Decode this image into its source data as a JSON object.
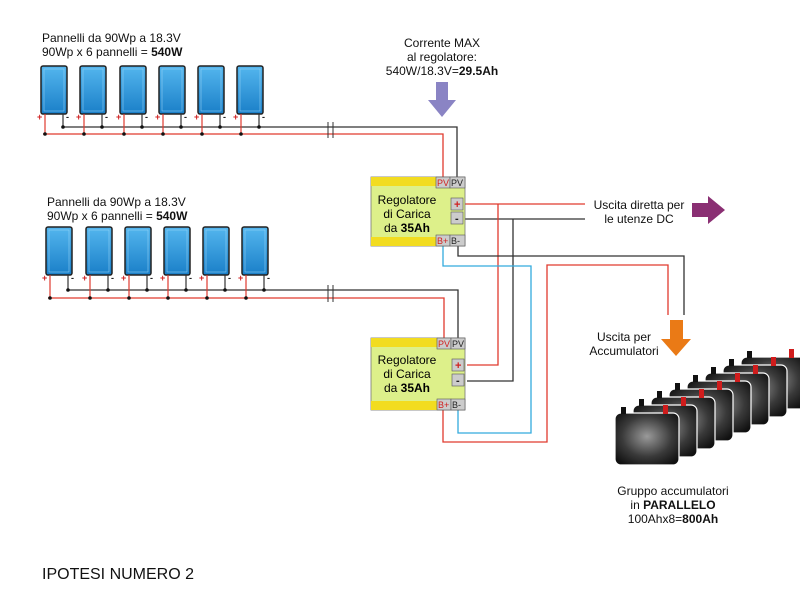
{
  "group1": {
    "line1": "Pannelli da 90Wp a 18.3V",
    "line2_prefix": "90Wp x 6 pannelli = ",
    "line2_value": "540W"
  },
  "group2": {
    "line1": "Pannelli da 90Wp a 18.3V",
    "line2_prefix": "90Wp x 6 pannelli = ",
    "line2_value": "540W"
  },
  "corrente": {
    "line1": "Corrente MAX",
    "line2": "al regolatore:",
    "line3_prefix": "540W/18.3V=",
    "line3_value": "29.5Ah"
  },
  "regulator1": {
    "line1": "Regolatore",
    "line2": "di Carica",
    "line3_prefix": "da ",
    "line3_value": "35Ah",
    "pv_plus": "PV",
    "pv_minus": "PV",
    "b_plus": "B+",
    "b_minus": "B-",
    "load_plus": "+",
    "load_minus": "-"
  },
  "regulator2": {
    "line1": "Regolatore",
    "line2": "di Carica",
    "line3_prefix": "da ",
    "line3_value": "35Ah",
    "pv_plus": "PV",
    "pv_minus": "PV",
    "b_plus": "B+",
    "b_minus": "B-",
    "load_plus": "+",
    "load_minus": "-"
  },
  "uscita_dc": {
    "line1": "Uscita diretta per",
    "line2": "le utenze DC"
  },
  "uscita_acc": {
    "line1": "Uscita per",
    "line2": "Accumulatori"
  },
  "batteries": {
    "line1": "Gruppo accumulatori",
    "line2_prefix": "in ",
    "line2_value": "PARALLELO",
    "line3_prefix": "100Ahx8=",
    "line3_value": "800Ah"
  },
  "terminal_plus": "+",
  "terminal_minus": "-",
  "footer_title": "IPOTESI NUMERO 2",
  "colors": {
    "panel": "#1e8fd8",
    "wire_pos": "#e03a2e",
    "wire_neg": "#333333",
    "wire_blue": "#33aadd",
    "regulator": "#ddf08a",
    "regulator_band": "#f2dc20",
    "arrow_purple": "#8a84c4",
    "arrow_magenta": "#8a2f73",
    "arrow_orange": "#ea7a16"
  }
}
